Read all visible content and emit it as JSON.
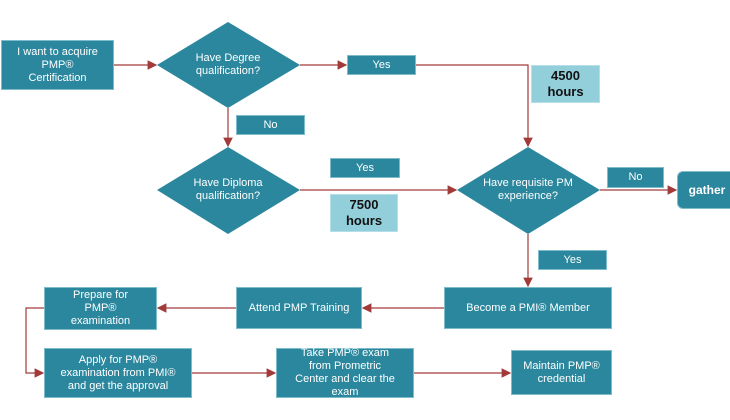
{
  "colors": {
    "node": "#2b879d",
    "hours": "#93cedb",
    "connector": "#a33a3a"
  },
  "nodes": {
    "start": "I want to acquire PMP® Certification",
    "degree": "Have Degree qualification?",
    "diploma": "Have Diploma qualification?",
    "experience": "Have requisite PM experience?",
    "gather": "gather",
    "member": "Become a PMI® Member",
    "training": "Attend PMP Training",
    "prepare": "Prepare for PMP® examination",
    "apply": "Apply for PMP® examination from PMI® and get the approval",
    "exam": "Take PMP® exam from Prometric Center and clear the exam",
    "maintain": "Maintain PMP® credential"
  },
  "labels": {
    "degree_yes": "Yes",
    "degree_no": "No",
    "diploma_yes": "Yes",
    "experience_no": "No",
    "experience_yes": "Yes",
    "hours_degree": "4500 hours",
    "hours_diploma": "7500 hours"
  }
}
